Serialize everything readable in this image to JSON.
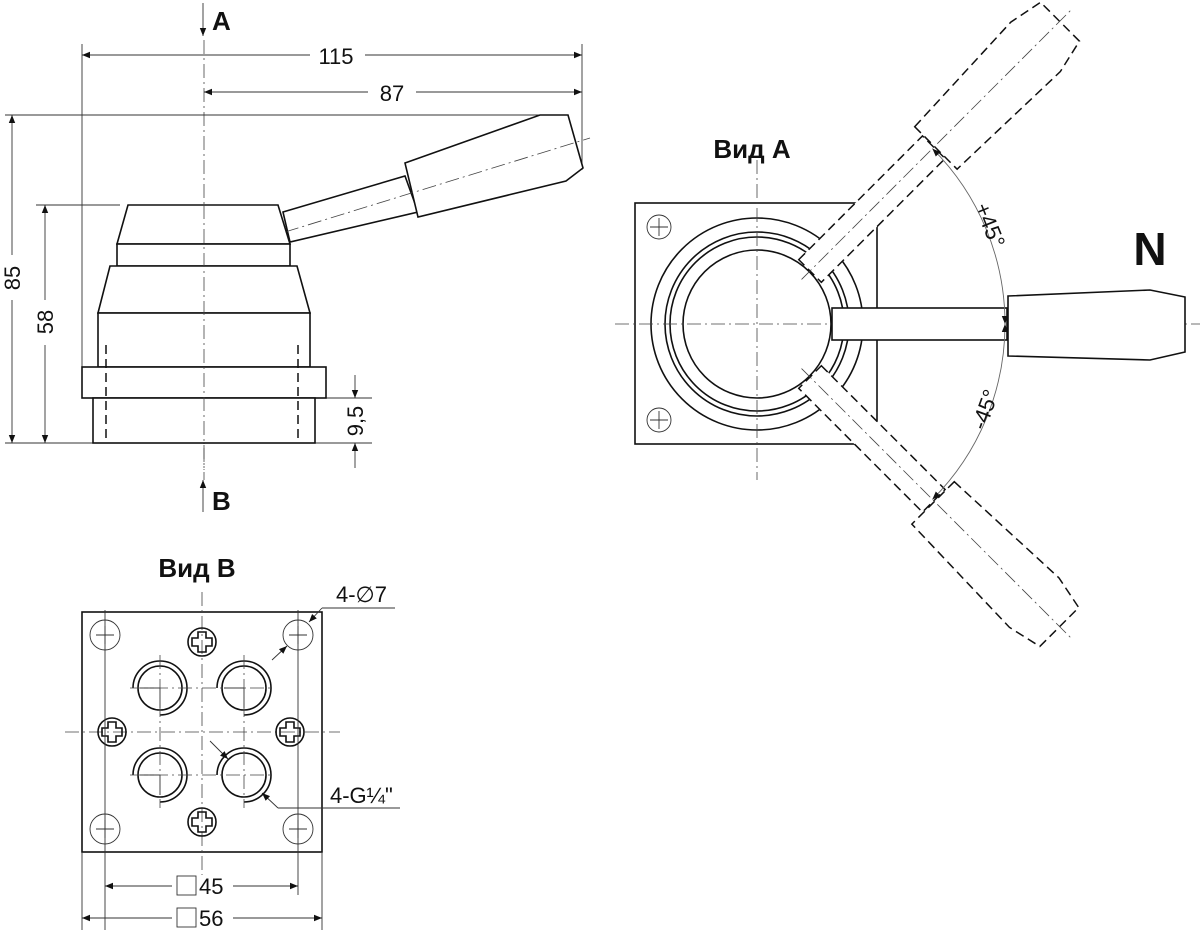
{
  "side_view": {
    "arrow_a": "A",
    "arrow_b": "B",
    "dim_overall_length": "115",
    "dim_handle_reach": "87",
    "dim_overall_height": "85",
    "dim_body_height": "58",
    "dim_base_height": "9,5"
  },
  "view_a": {
    "title": "Вид A",
    "neutral_label": "N",
    "angle_plus": "+45°",
    "angle_minus": "-45°"
  },
  "view_b": {
    "title": "Вид B",
    "mount_holes": "4-∅7",
    "ports": "4-G¼\"",
    "dim_hole_pitch": "45",
    "dim_base_size": "56"
  }
}
